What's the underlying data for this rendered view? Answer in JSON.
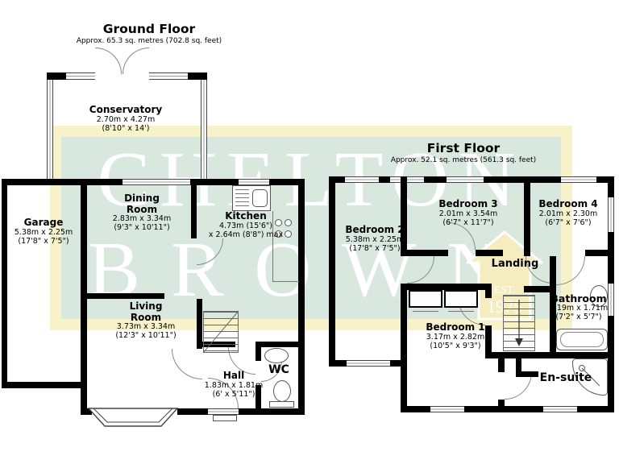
{
  "watermark": {
    "brand_line1": "CHELTON",
    "brand_line2": "BROWN",
    "est_label": "EST.",
    "est_year": "1975",
    "band_color": "#f7f2ca",
    "panel_color": "#d9e8de",
    "house_color": "#f5ecc0"
  },
  "ground_floor": {
    "title": "Ground Floor",
    "area": "Approx. 65.3 sq. metres (702.8 sq. feet)",
    "rooms": {
      "conservatory": {
        "name": "Conservatory",
        "metric": "2.70m x 4.27m",
        "imperial": "(8'10\" x 14')"
      },
      "garage": {
        "name": "Garage",
        "metric": "5.38m x 2.25m",
        "imperial": "(17'8\" x 7'5\")"
      },
      "dining": {
        "name": "Dining Room",
        "metric": "2.83m x 3.34m",
        "imperial": "(9'3\" x 10'11\")"
      },
      "kitchen": {
        "name": "Kitchen",
        "metric": "4.73m (15'6\")",
        "imperial": "x 2.64m (8'8\") max"
      },
      "living": {
        "name": "Living Room",
        "metric": "3.73m x 3.34m",
        "imperial": "(12'3\" x 10'11\")"
      },
      "hall": {
        "name": "Hall",
        "metric": "1.83m x 1.81m",
        "imperial": "(6' x 5'11\")"
      },
      "wc": {
        "name": "WC"
      }
    }
  },
  "first_floor": {
    "title": "First Floor",
    "area": "Approx. 52.1 sq. metres (561.3 sq. feet)",
    "rooms": {
      "bedroom1": {
        "name": "Bedroom 1",
        "metric": "3.17m x 2.82m",
        "imperial": "(10'5\" x 9'3\")"
      },
      "bedroom2": {
        "name": "Bedroom 2",
        "metric": "5.38m x 2.25m",
        "imperial": "(17'8\" x 7'5\")"
      },
      "bedroom3": {
        "name": "Bedroom 3",
        "metric": "2.01m x 3.54m",
        "imperial": "(6'7\" x 11'7\")"
      },
      "bedroom4": {
        "name": "Bedroom 4",
        "metric": "2.01m x 2.30m",
        "imperial": "(6'7\" x 7'6\")"
      },
      "landing": {
        "name": "Landing"
      },
      "bathroom": {
        "name": "Bathroom",
        "metric": "2.19m x 1.71m",
        "imperial": "(7'2\" x 5'7\")"
      },
      "ensuite": {
        "name": "En-suite"
      }
    }
  }
}
